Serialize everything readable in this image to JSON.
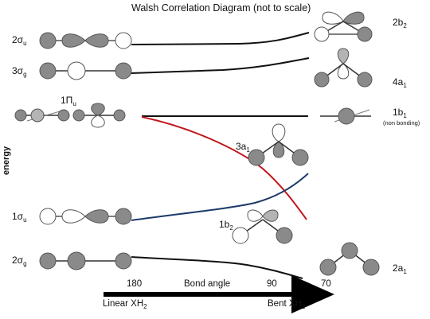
{
  "title": "Walsh Correlation Diagram (not to scale)",
  "energy_label": "energy",
  "axis": {
    "ticks": [
      "180",
      "90",
      "70"
    ],
    "middle_label": "Bond angle",
    "left_label": "Linear XH",
    "left_sub": "2",
    "right_label": "Bent XH",
    "right_sub": "2"
  },
  "linear_orbitals": [
    {
      "main": "2σ",
      "sub": "u"
    },
    {
      "main": "3σ",
      "sub": "g"
    },
    {
      "main": "1Π",
      "sub": "u"
    },
    {
      "main": "1σ",
      "sub": "u"
    },
    {
      "main": "2σ",
      "sub": "g"
    }
  ],
  "bent_orbitals": [
    {
      "main": "2b",
      "sub": "2"
    },
    {
      "main": "4a",
      "sub": "1"
    },
    {
      "main": "1b",
      "sub": "1"
    },
    {
      "main": "3a",
      "sub": "1"
    },
    {
      "main": "1b",
      "sub": "2"
    },
    {
      "main": "2a",
      "sub": "1"
    }
  ],
  "nonbonding_note": "(non bonding)",
  "colors": {
    "filled_lobe": "#8a8a8a",
    "light_lobe": "#b4b4b4",
    "black_curve": "#111111",
    "red_curve": "#c0161c",
    "blue_curve": "#1e3a6a"
  }
}
